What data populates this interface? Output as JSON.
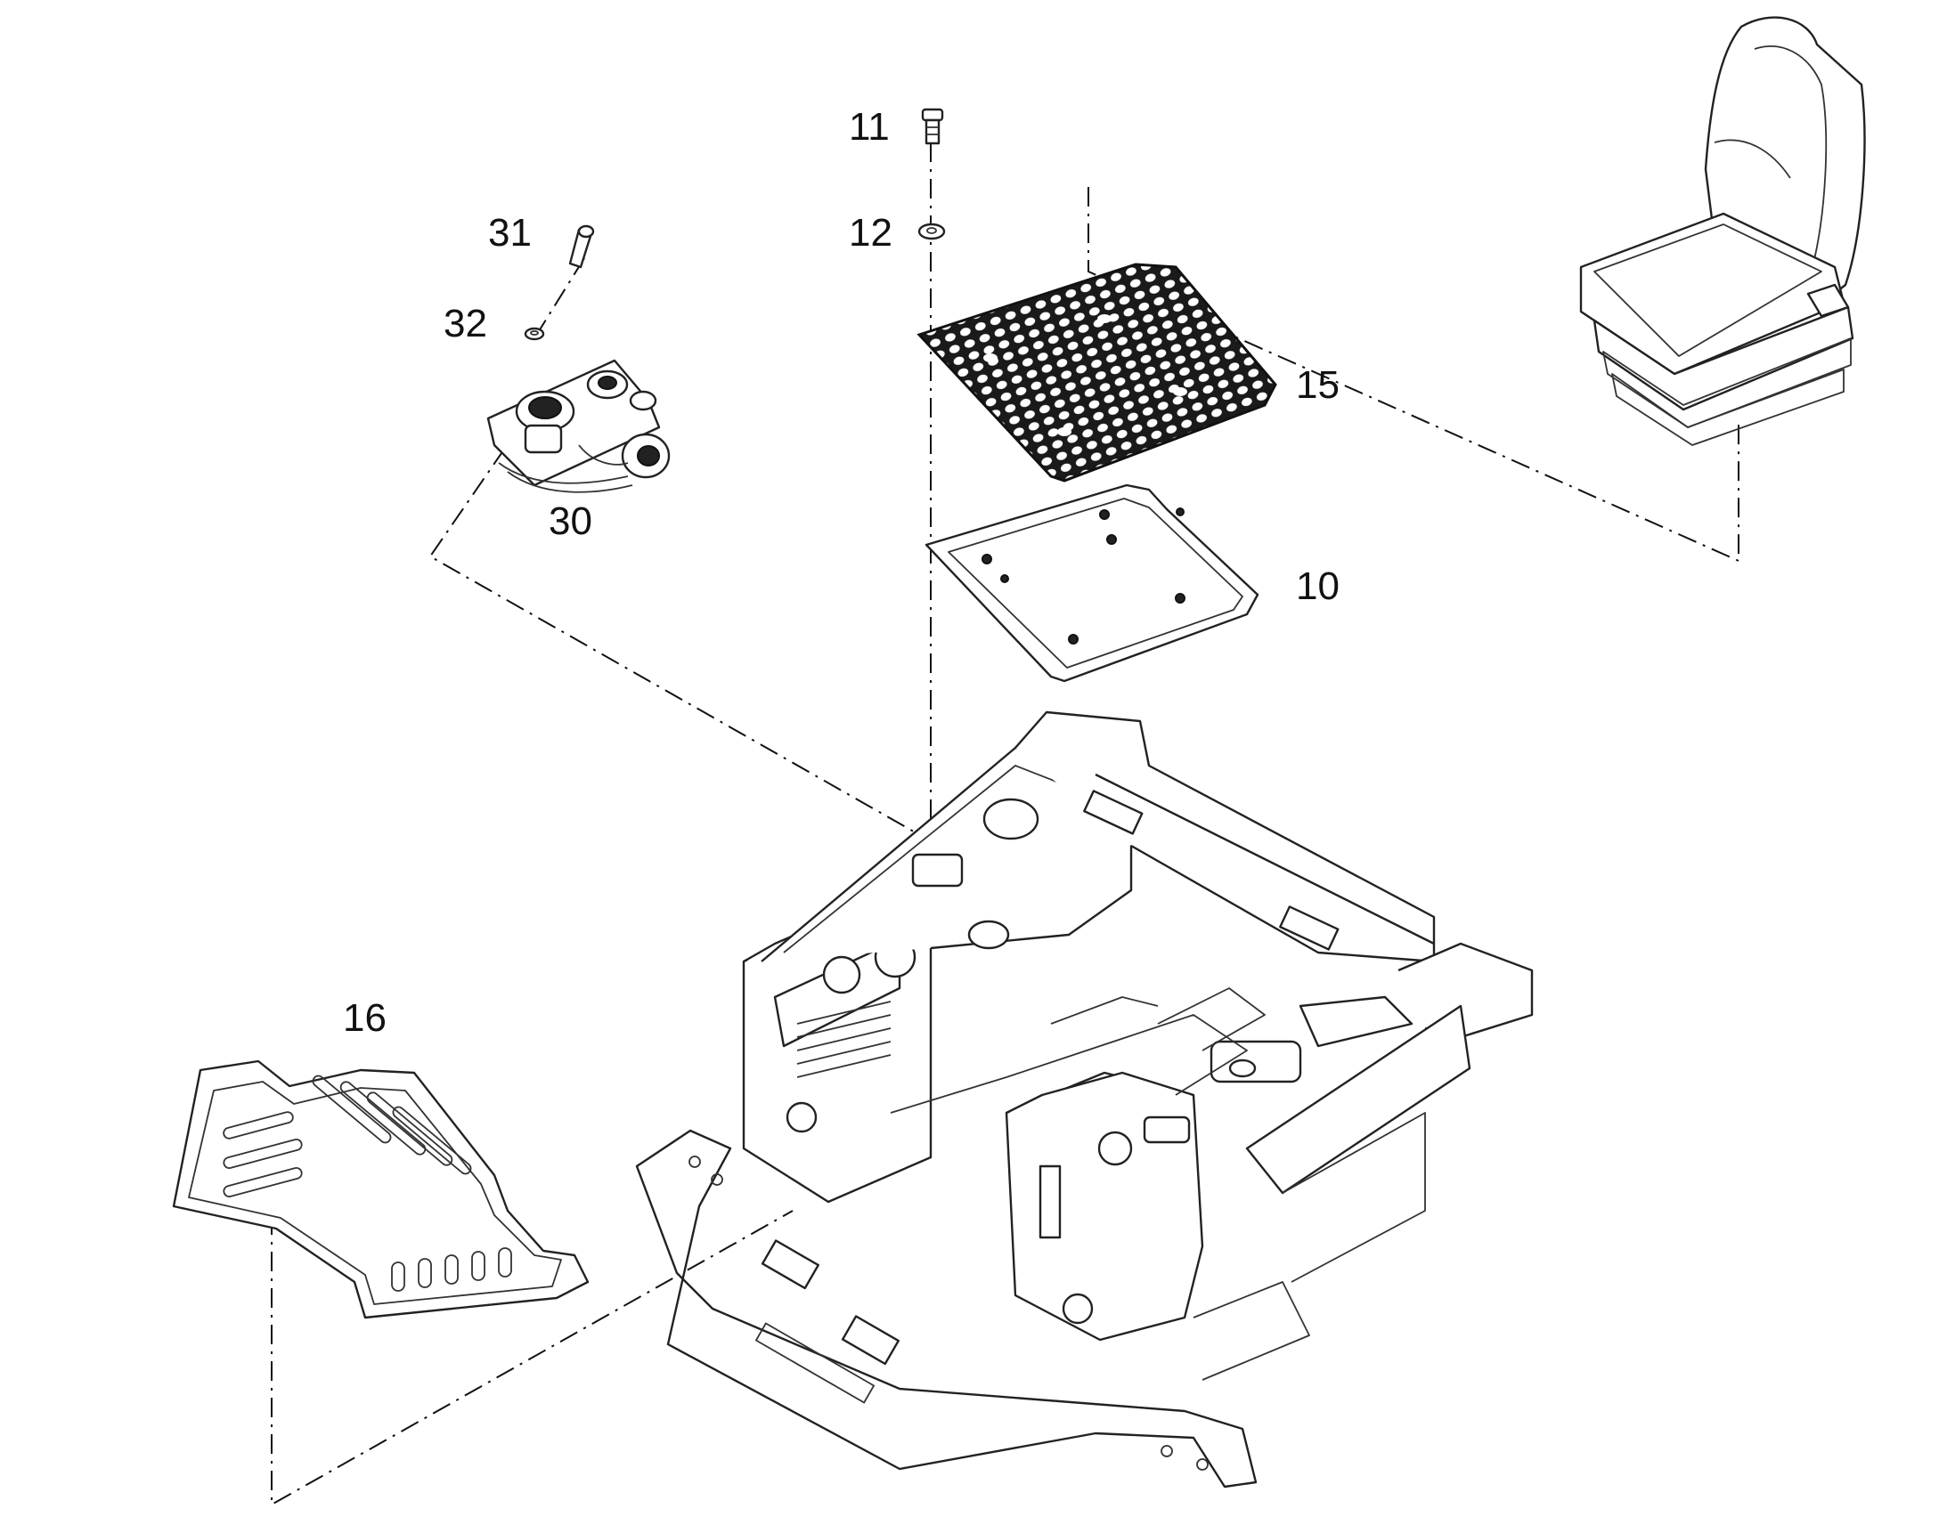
{
  "callouts": {
    "c10": "10",
    "c11": "11",
    "c12": "12",
    "c15": "15",
    "c16": "16",
    "c30": "30",
    "c31": "31",
    "c32": "32"
  },
  "colors": {
    "line": "#222222",
    "background": "#ffffff"
  }
}
